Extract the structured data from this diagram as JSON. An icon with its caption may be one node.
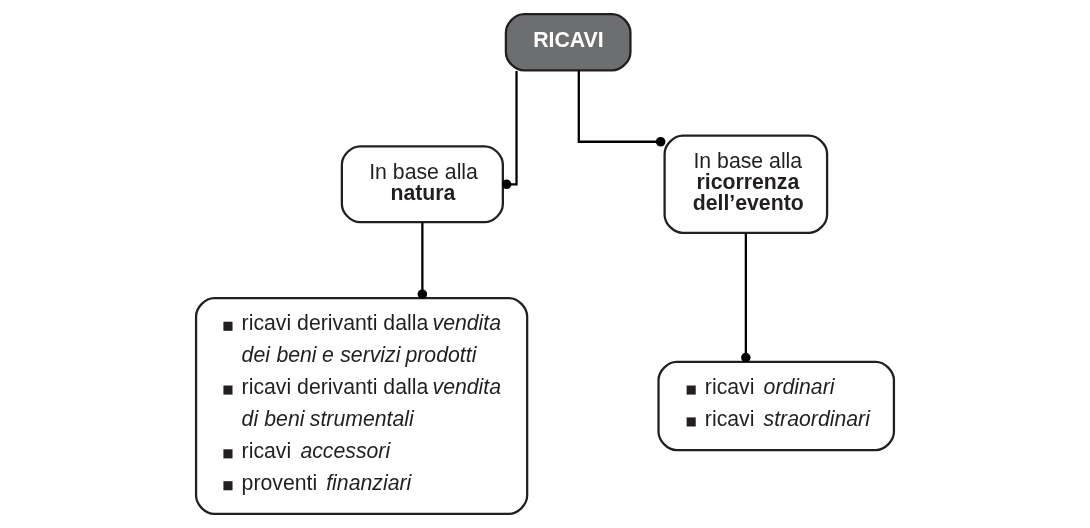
{
  "diagram": {
    "nodes": [
      {
        "text": [
          "RICAVI"
        ]
      },
      {
        "text": [
          "In base alla **natura**"
        ]
      },
      {
        "text": [
          "In base alla **ricorrenza dell’evento**"
        ]
      },
      {
        "text": [
          "ricavi derivanti dalla *vendita dei beni e servizi prodotti*",
          "ricavi derivanti dalla *vendita di beni strumentali*",
          "ricavi *accessori*",
          "proventi *finanziari*"
        ]
      },
      {
        "text": [
          "ricavi *ordinari*",
          "ricavi *straordinari*"
        ]
      }
    ],
    "edges": [
      {
        "from": 0,
        "to": 1,
        "arrow": "other"
      },
      {
        "from": 0,
        "to": 2,
        "arrow": "other"
      },
      {
        "from": 1,
        "to": 3,
        "arrow": "other"
      },
      {
        "from": 2,
        "to": 4,
        "arrow": "other"
      }
    ]
  }
}
